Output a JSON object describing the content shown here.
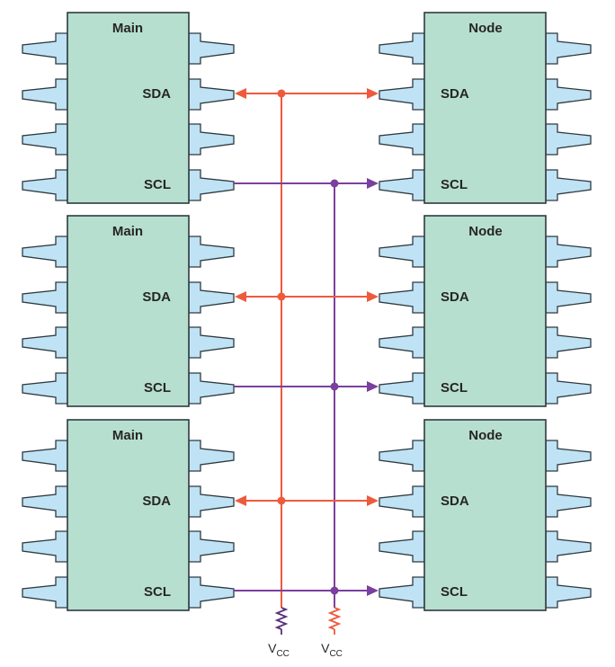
{
  "diagram": {
    "left_chip_title": "Main",
    "right_chip_title": "Node",
    "sda_label": "SDA",
    "scl_label": "SCL",
    "vcc_main": "V",
    "vcc_sub": "CC",
    "chip_rows": 3,
    "pins_per_side": 4,
    "colors": {
      "sda_line": "#ee5a3c",
      "scl_line": "#7b3f9e",
      "chip_fill": "#b7dfcf",
      "pin_fill": "#bfe3f5",
      "outline": "#2f3a40",
      "resistor": "#5a2f7a",
      "resistor_right": "#ee5a3c"
    }
  }
}
